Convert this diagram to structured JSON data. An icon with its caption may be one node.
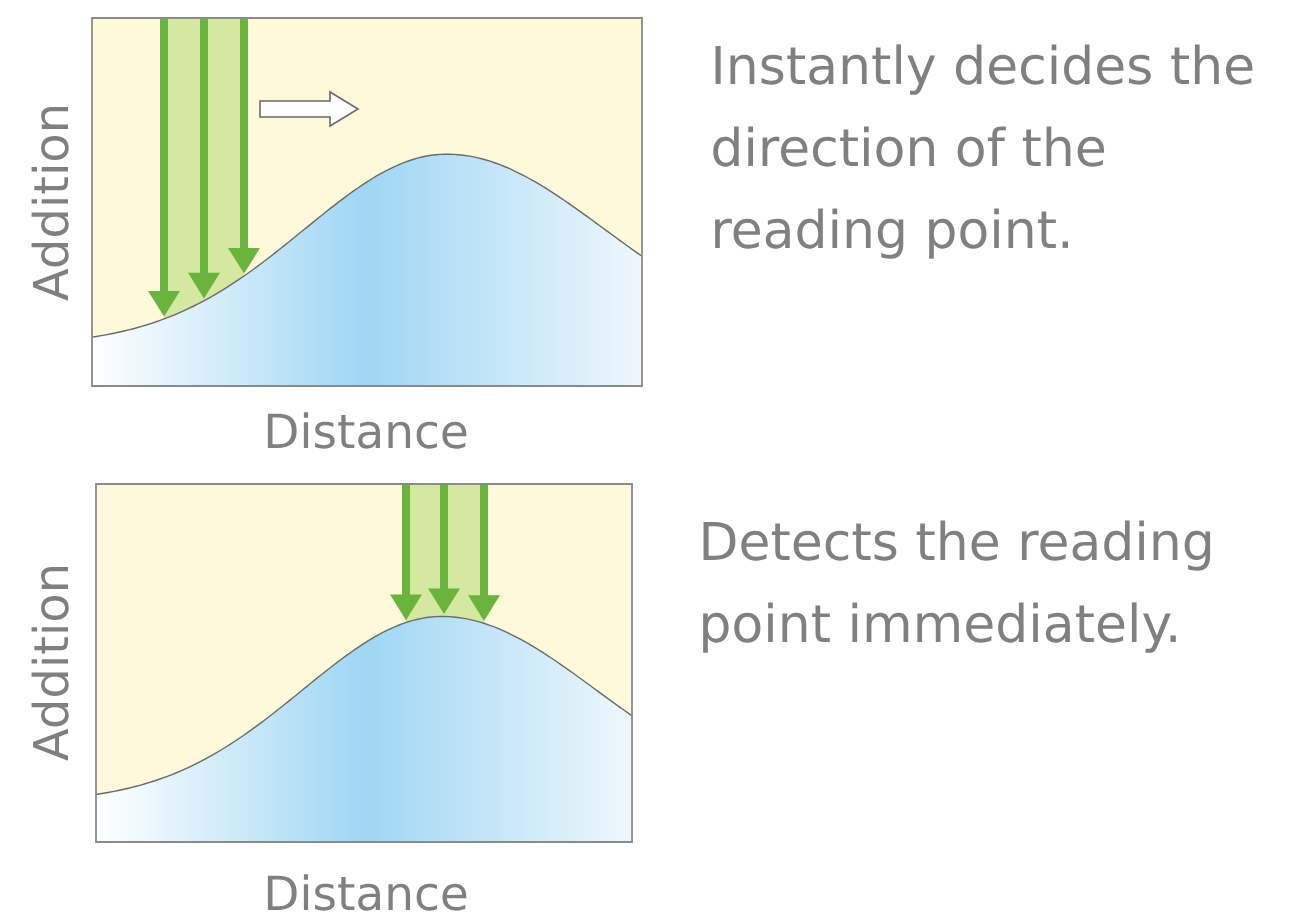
{
  "diagram": {
    "labels": [
      "Addition",
      "Distance",
      "Instantly decides the direction of the reading point.",
      "Addition",
      "Distance",
      "Detects the reading point immediately."
    ]
  }
}
